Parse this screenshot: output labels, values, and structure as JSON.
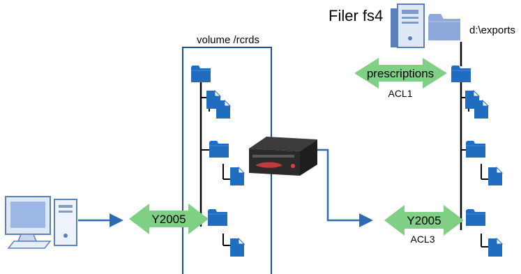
{
  "filer": {
    "title": "Filer fs4",
    "share_path": "d:\\exports"
  },
  "volume": {
    "label": "volume /rcrds"
  },
  "arrows": {
    "prescriptions": {
      "label": "prescriptions",
      "acl": "ACL1"
    },
    "y2005_left": {
      "label": "Y2005"
    },
    "y2005_right": {
      "label": "Y2005",
      "acl": "ACL3"
    }
  },
  "icons": {
    "client": "desktop-computer-icon",
    "server": "server-tower-icon",
    "switch": "network-appliance-icon",
    "folder": "folder-icon",
    "document": "document-icon"
  },
  "colors": {
    "folder_blue": "#1f6cc0",
    "volume_border": "#1b4f9c",
    "arrow_green": "#7fcf84",
    "link_blue": "#2a6bb4"
  }
}
